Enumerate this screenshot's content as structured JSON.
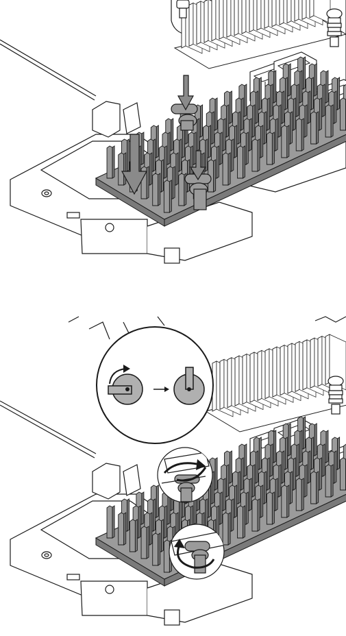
{
  "colors": {
    "line": "#1a1a1a",
    "heatsink_fill": "#9b9b9b",
    "heatsink_dark": "#7a7a7a",
    "board_fill": "#ffffff",
    "arrow_fill": "#8a8a8a",
    "detail_fill": "#b0b0b0"
  },
  "panels": [
    {
      "name": "step-1-install-heatsink",
      "arrows": [
        "large-down-arrow",
        "small-down-arrow-rear",
        "small-down-arrow-front"
      ]
    },
    {
      "name": "step-2-rotate-latches",
      "inset": "latch-rotate-detail",
      "callouts": [
        "rear-latch-callout",
        "front-latch-callout"
      ]
    }
  ],
  "icons": [
    "down-arrow-icon",
    "rotate-arrow-icon",
    "transition-arrow-icon",
    "latch-open-icon",
    "latch-closed-icon"
  ]
}
